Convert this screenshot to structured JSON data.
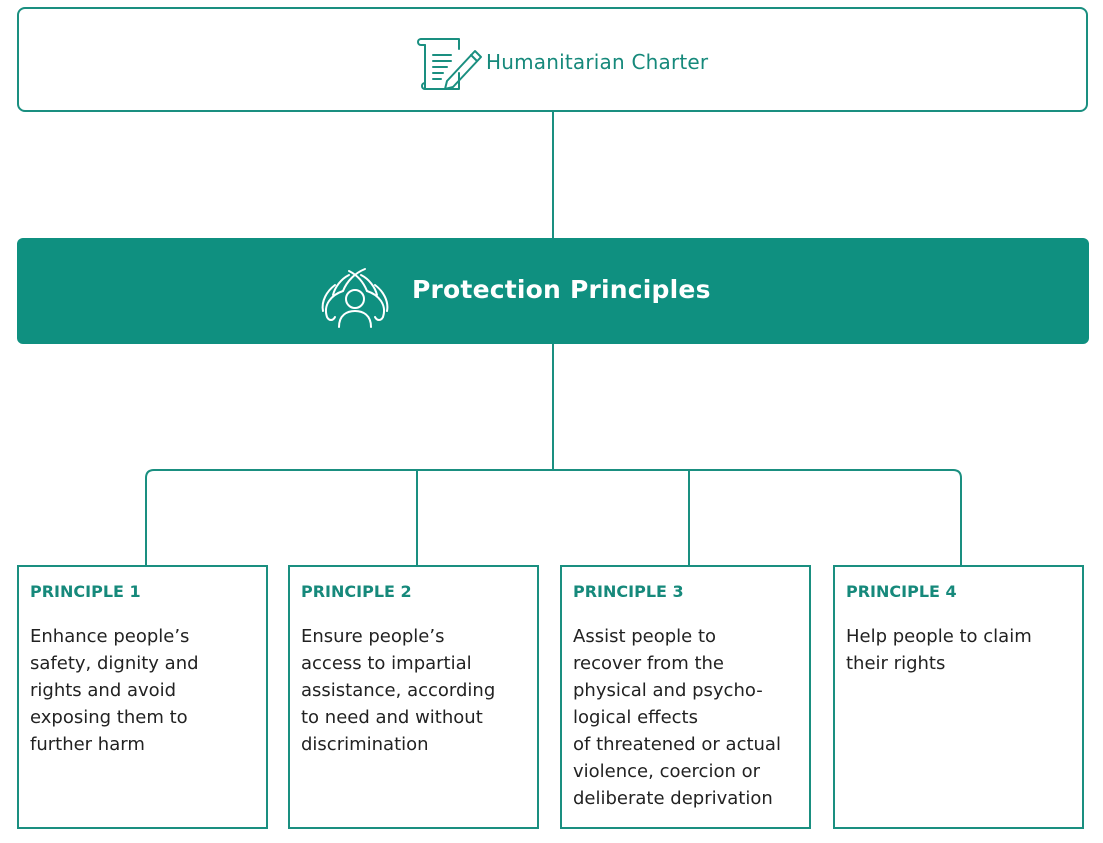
{
  "charter": {
    "title": "Humanitarian Charter",
    "icon": "charter-document-pen-icon"
  },
  "protection": {
    "title": "Protection Principles",
    "icon": "protecting-hands-person-icon"
  },
  "principles": [
    {
      "heading": "PRINCIPLE 1",
      "text": "Enhance people’s\nsafety, dignity and\nrights and avoid\nexposing them to\nfurther harm"
    },
    {
      "heading": "PRINCIPLE 2",
      "text": "Ensure people’s\naccess to impartial\nassistance, according\nto need and without\ndiscrimination"
    },
    {
      "heading": "PRINCIPLE 3",
      "text": "Assist people to\nrecover from the\nphysical and psycho-\nlogical effects\nof threatened or actual\nviolence, coercion or\ndeliberate deprivation"
    },
    {
      "heading": "PRINCIPLE 4",
      "text": "Help people to claim\ntheir rights"
    }
  ],
  "colors": {
    "accent": "#0f9080",
    "text": "#222222"
  }
}
